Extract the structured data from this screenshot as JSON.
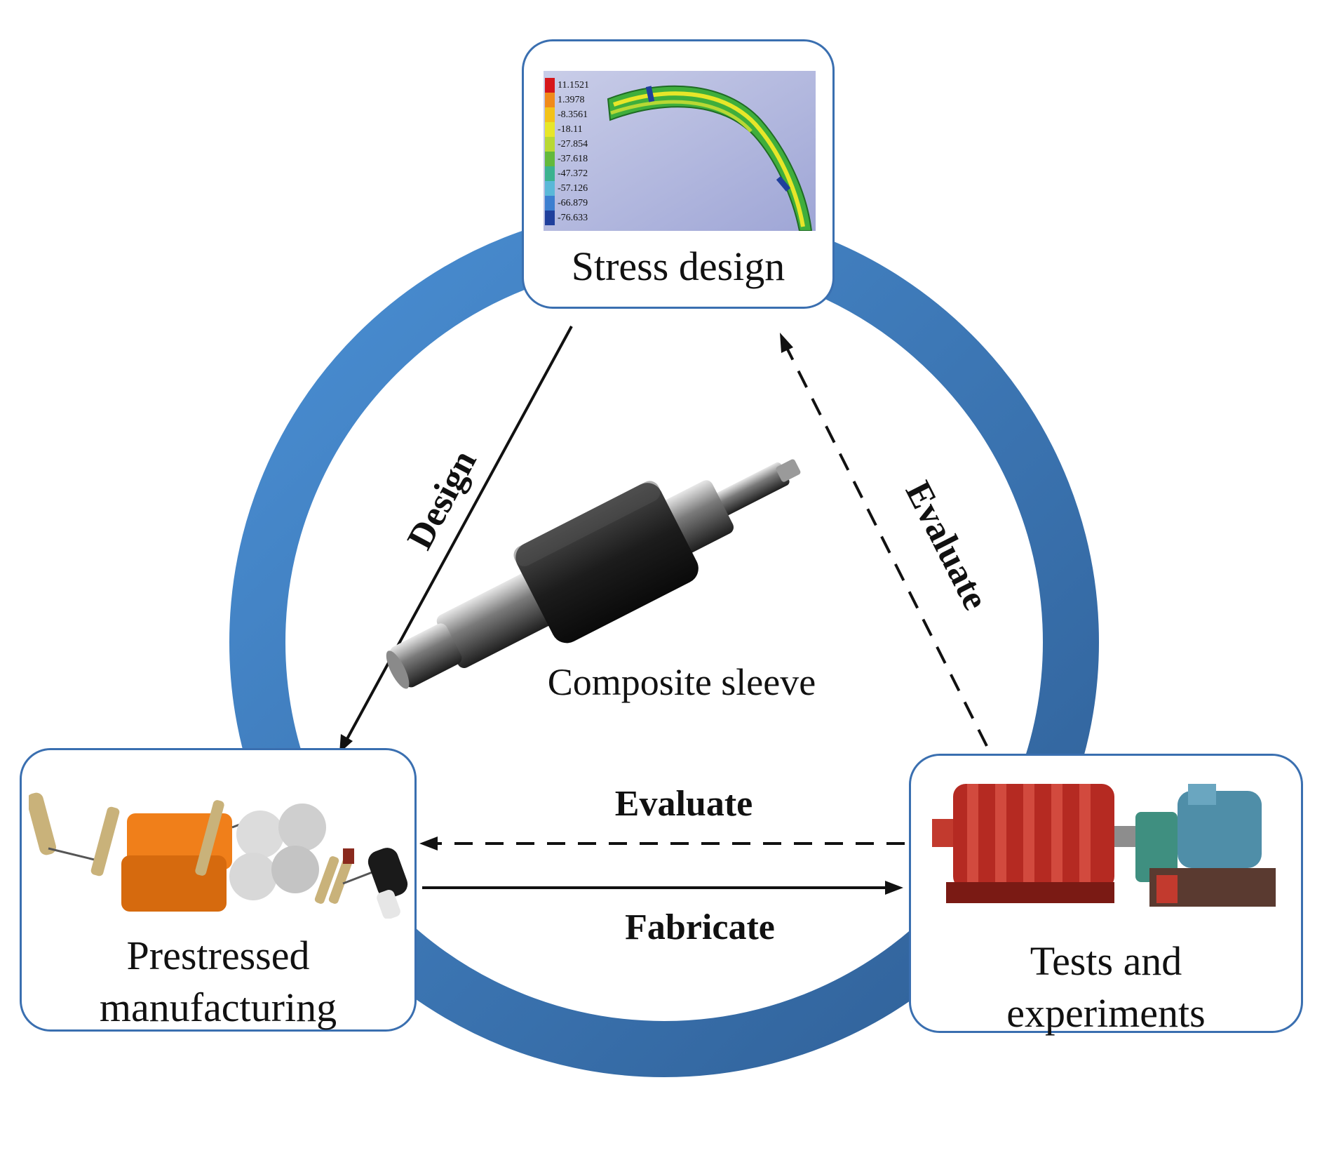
{
  "nodes": {
    "stress": {
      "label": "Stress design",
      "legend_values": [
        "11.1521",
        "1.3978",
        "-8.3561",
        "-18.11",
        "-27.854",
        "-37.618",
        "-47.372",
        "-57.126",
        "-66.879",
        "-76.633"
      ],
      "legend_colors": [
        "#d6161a",
        "#f08a1a",
        "#f2c21a",
        "#e7e629",
        "#b8d834",
        "#63b93c",
        "#3bb28f",
        "#5ab8d8",
        "#3c7fd0",
        "#1f3f9c"
      ]
    },
    "manufacturing": {
      "label_line1": "Prestressed",
      "label_line2": "manufacturing"
    },
    "tests": {
      "label_line1": "Tests and",
      "label_line2": "experiments"
    }
  },
  "center": {
    "label": "Composite sleeve"
  },
  "arrows": {
    "design": "Design",
    "evaluate_diag": "Evaluate",
    "evaluate_horiz": "Evaluate",
    "fabricate": "Fabricate"
  },
  "colors": {
    "ring": "#3f7fc4",
    "box_border": "#3a6fb0",
    "arrow": "#111111"
  }
}
